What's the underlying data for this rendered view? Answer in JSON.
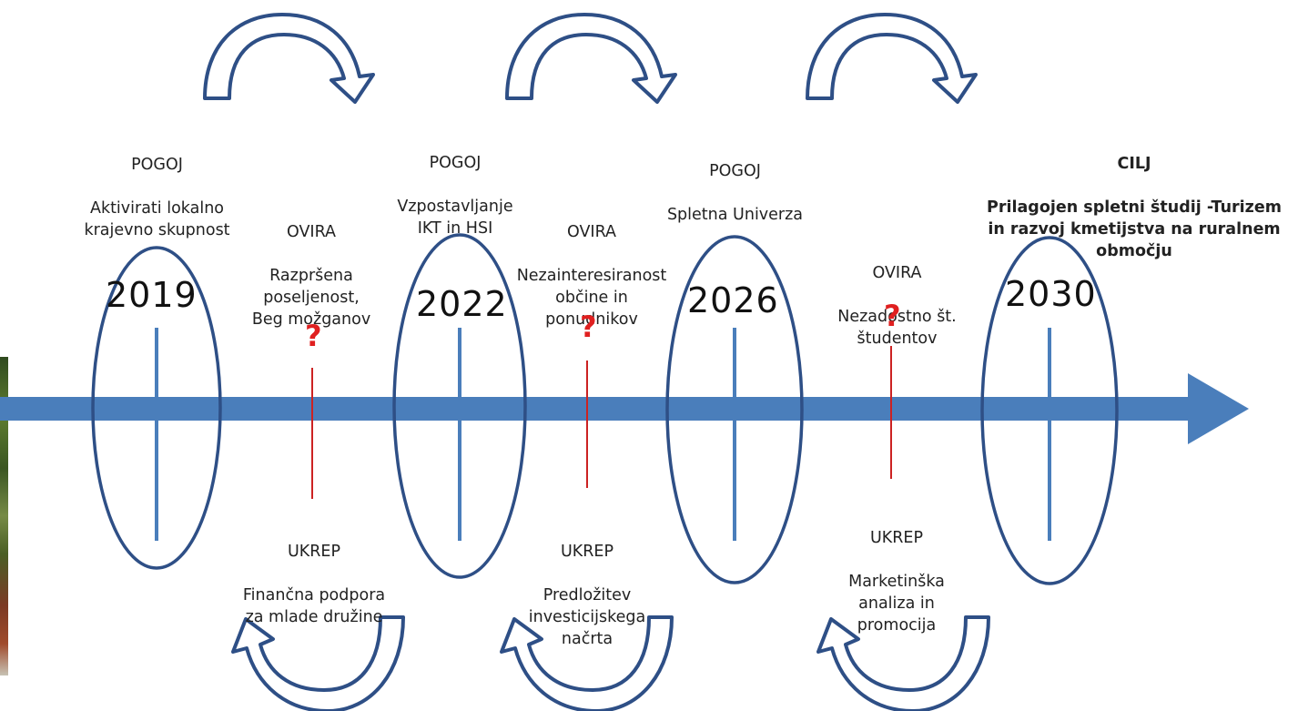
{
  "colors": {
    "accent": "#4a7ebb",
    "outline": "#2e4f86",
    "question": "#e02020",
    "barrier_line": "#cc2222"
  },
  "milestones": [
    {
      "year": "2019",
      "condition_heading": "POGOJ",
      "condition_text": "Aktivirati lokalno\nkrajevno skupnost"
    },
    {
      "year": "2022",
      "condition_heading": "POGOJ",
      "condition_text": "Vzpostavljanje\nIKT in HSI"
    },
    {
      "year": "2026",
      "condition_heading": "POGOJ",
      "condition_text": "Spletna Univerza"
    },
    {
      "year": "2030"
    }
  ],
  "goal": {
    "heading": "CILJ",
    "text": "Prilagojen spletni študij -Turizem\nin razvoj kmetijstva na ruralnem\nobmočju"
  },
  "gaps": [
    {
      "obstacle_heading": "OVIRA",
      "obstacle_text": "Razpršena\nposeljenost,\nBeg možganov",
      "question": "?",
      "action_heading": "UKREP",
      "action_text": "Finančna podpora\nza mlade družine"
    },
    {
      "obstacle_heading": "OVIRA",
      "obstacle_text": "Nezainteresiranost\nobčine in\nponudnikov",
      "question": "?",
      "action_heading": "UKREP",
      "action_text": "Predložitev\ninvesticijskega\nnačrta"
    },
    {
      "obstacle_heading": "OVIRA",
      "obstacle_text": "Nezadostno št.\nštudentov",
      "question": "?",
      "action_heading": "UKREP",
      "action_text": "Marketinška\nanaliza in\npromocija"
    }
  ]
}
